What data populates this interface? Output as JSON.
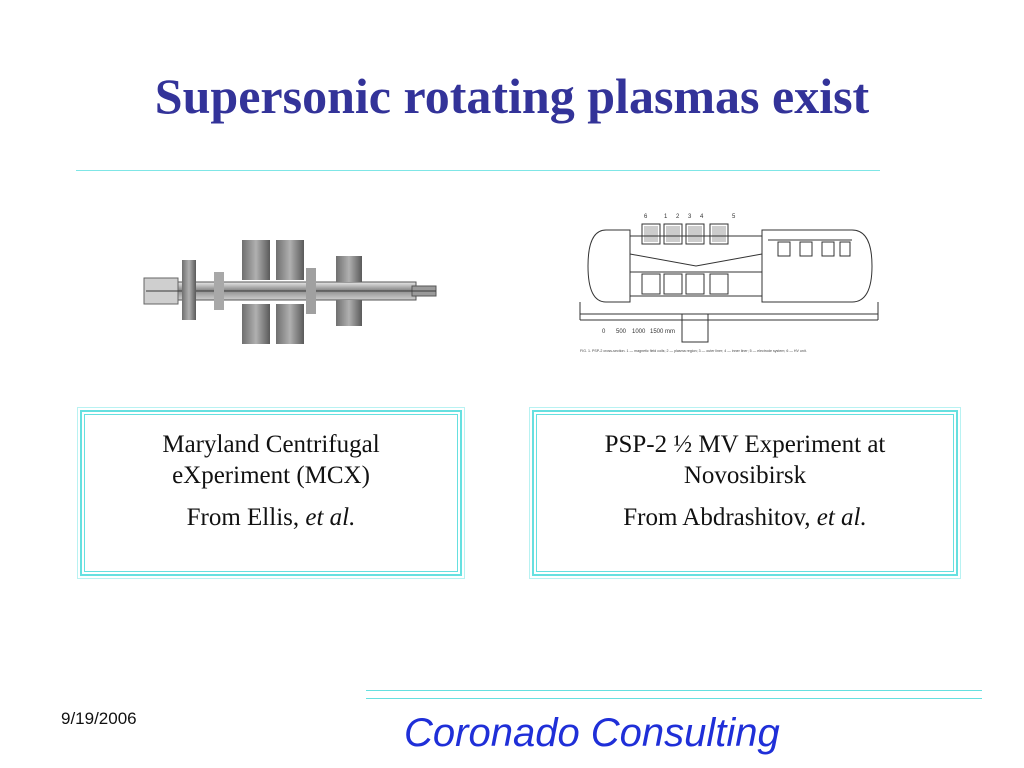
{
  "slide": {
    "title": "Supersonic rotating plasmas exist",
    "left_caption": {
      "line1": "Maryland Centrifugal",
      "line2": "eXperiment (MCX)",
      "credit_prefix": "From Ellis, ",
      "credit_italic": "et al."
    },
    "right_caption": {
      "line1": "PSP-2 ½ MV Experiment at",
      "line2": "Novosibirsk",
      "credit_prefix": "From Abdrashitov, ",
      "credit_italic": "et al."
    },
    "footer": {
      "date": "9/19/2006",
      "company": "Coronado Consulting"
    },
    "figure_right_numbers": [
      "6",
      "1",
      "2",
      "3",
      "4",
      "5"
    ],
    "figure_right_caption": "FIG. 1. PSP-2 cross-section. 1 — magnetic field coils; 2 — plasma region; 3 — outer liner; 4 — inner liner; 5 — electrode system; 6 — HV unit.",
    "figure_right_scale": [
      "0",
      "500",
      "1000",
      "1500 mm"
    ],
    "colors": {
      "title": "#333399",
      "company": "#1f2fd8",
      "accent_rule": "#66e0e0"
    }
  }
}
